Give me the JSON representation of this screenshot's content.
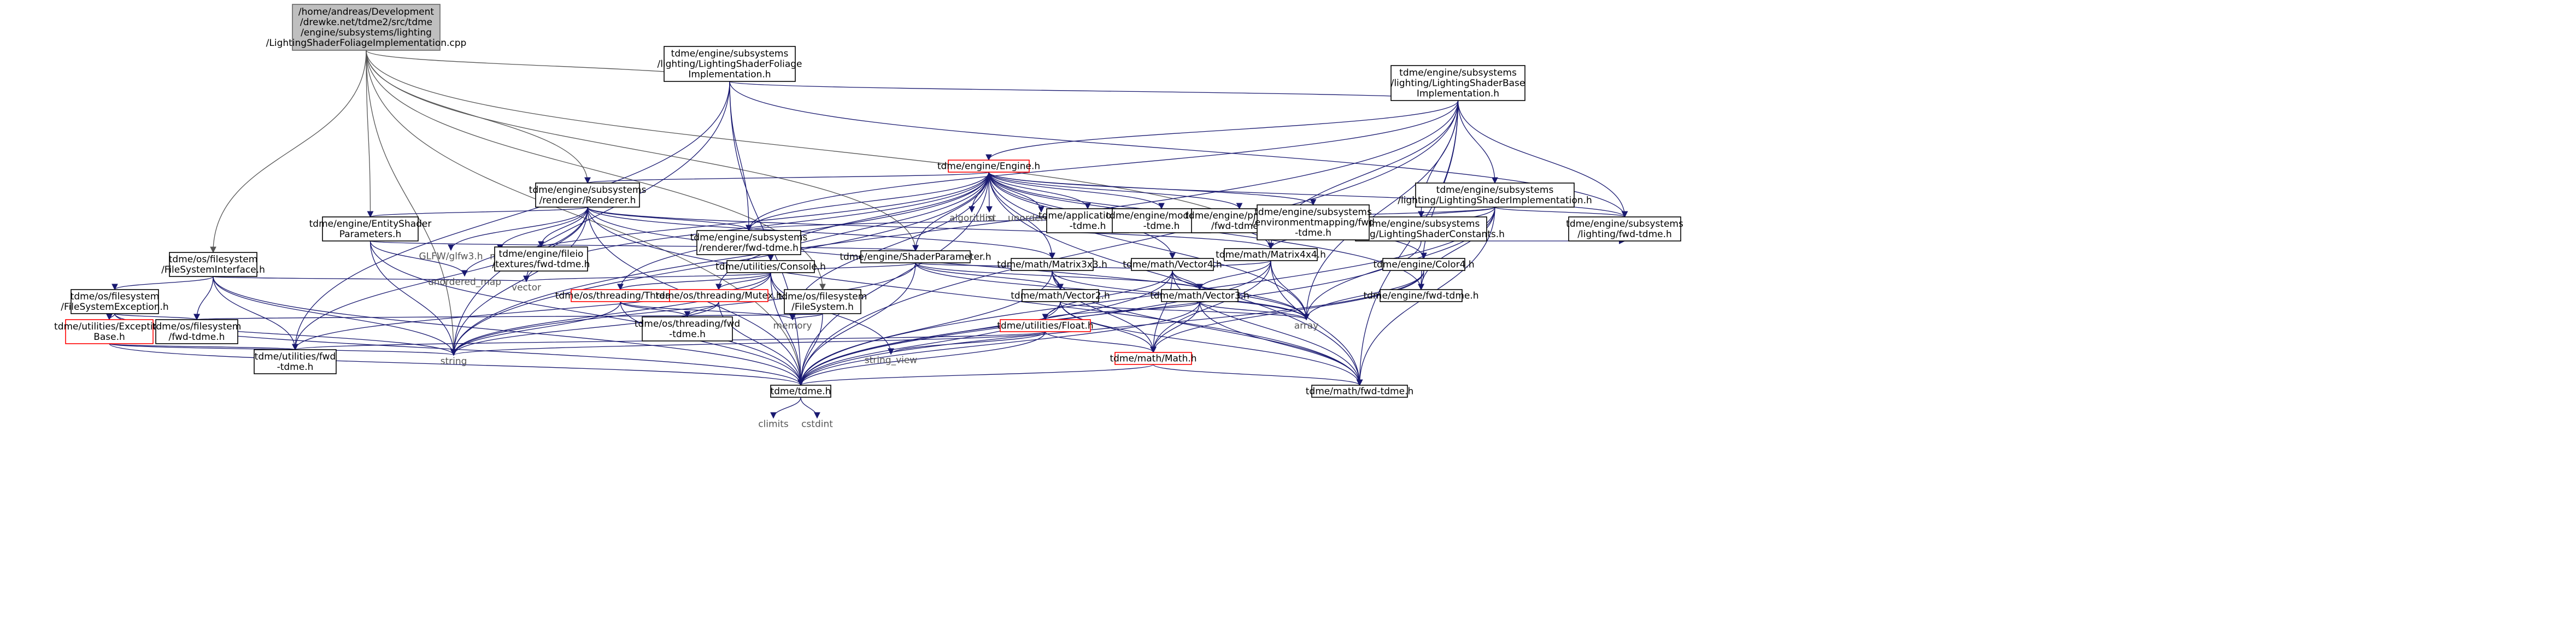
{
  "nodes": [
    {
      "id": "root",
      "lines": [
        "/home/andreas/Development",
        "/drewke.net/tdme2/src/tdme",
        "/engine/subsystems/lighting",
        "/LightingShaderFoliageImplementation.cpp"
      ],
      "kind": "root"
    },
    {
      "id": "foliage_h",
      "lines": [
        "tdme/engine/subsystems",
        "/lighting/LightingShaderFoliage",
        "Implementation.h"
      ]
    },
    {
      "id": "base_h",
      "lines": [
        "tdme/engine/subsystems",
        "/lighting/LightingShaderBase",
        "Implementation.h"
      ]
    },
    {
      "id": "engine_h",
      "lines": [
        "tdme/engine/Engine.h"
      ],
      "kind": "red"
    },
    {
      "id": "renderer_h",
      "lines": [
        "tdme/engine/subsystems",
        "/renderer/Renderer.h"
      ]
    },
    {
      "id": "impl_h",
      "lines": [
        "tdme/engine/subsystems",
        "/lighting/LightingShaderImplementation.h"
      ]
    },
    {
      "id": "constants_h",
      "lines": [
        "tdme/engine/subsystems",
        "/lighting/LightingShaderConstants.h"
      ]
    },
    {
      "id": "entityparams_h",
      "lines": [
        "tdme/engine/EntityShader",
        "Parameters.h"
      ]
    },
    {
      "id": "fsinterface_h",
      "lines": [
        "tdme/os/filesystem",
        "/FileSystemInterface.h"
      ]
    },
    {
      "id": "fsexception_h",
      "lines": [
        "tdme/os/filesystem",
        "/FileSystemException.h"
      ]
    },
    {
      "id": "exceptionbase_h",
      "lines": [
        "tdme/utilities/Exception",
        "Base.h"
      ],
      "kind": "red"
    },
    {
      "id": "fsfwd_h",
      "lines": [
        "tdme/os/filesystem",
        "/fwd-tdme.h"
      ]
    },
    {
      "id": "utilfwd_h",
      "lines": [
        "tdme/utilities/fwd",
        "-tdme.h"
      ]
    },
    {
      "id": "tdme_h",
      "lines": [
        "tdme/tdme.h"
      ]
    },
    {
      "id": "climits",
      "lines": [
        "climits"
      ],
      "kind": "sys"
    },
    {
      "id": "cstdint",
      "lines": [
        "cstdint"
      ],
      "kind": "sys"
    },
    {
      "id": "string",
      "lines": [
        "string"
      ],
      "kind": "sys"
    },
    {
      "id": "vector",
      "lines": [
        "vector"
      ],
      "kind": "sys"
    },
    {
      "id": "memory",
      "lines": [
        "memory"
      ],
      "kind": "sys"
    },
    {
      "id": "array",
      "lines": [
        "array"
      ],
      "kind": "sys"
    },
    {
      "id": "string_view",
      "lines": [
        "string_view"
      ],
      "kind": "sys"
    },
    {
      "id": "unordered_map",
      "lines": [
        "unordered_map"
      ],
      "kind": "sys"
    },
    {
      "id": "algorithm",
      "lines": [
        "algorithm"
      ],
      "kind": "sys"
    },
    {
      "id": "list",
      "lines": [
        "list"
      ],
      "kind": "sys"
    },
    {
      "id": "unordered_set",
      "lines": [
        "unordered_set"
      ],
      "kind": "sys"
    },
    {
      "id": "map",
      "lines": [
        "map"
      ],
      "kind": "sys"
    },
    {
      "id": "glfw_h",
      "lines": [
        "GLFW/glfw3.h"
      ],
      "kind": "sys"
    },
    {
      "id": "appfwd_h",
      "lines": [
        "tdme/application/fwd",
        "-tdme.h"
      ]
    },
    {
      "id": "modelfwd_h",
      "lines": [
        "tdme/engine/model/fwd",
        "-tdme.h"
      ]
    },
    {
      "id": "primfwd_h",
      "lines": [
        "tdme/engine/primitives",
        "/fwd-tdme.h"
      ]
    },
    {
      "id": "envfwd_h",
      "lines": [
        "tdme/engine/subsystems",
        "/environmentmapping/fwd",
        "-tdme.h"
      ]
    },
    {
      "id": "texfwd_h",
      "lines": [
        "tdme/engine/fileio",
        "/textures/fwd-tdme.h"
      ]
    },
    {
      "id": "rendererfwd_h",
      "lines": [
        "tdme/engine/subsystems",
        "/renderer/fwd-tdme.h"
      ]
    },
    {
      "id": "lightingfwd_h",
      "lines": [
        "tdme/engine/subsystems",
        "/lighting/fwd-tdme.h"
      ]
    },
    {
      "id": "shaderparam_h",
      "lines": [
        "tdme/engine/ShaderParameter.h"
      ]
    },
    {
      "id": "console_h",
      "lines": [
        "tdme/utilities/Console.h"
      ]
    },
    {
      "id": "thread_h",
      "lines": [
        "tdme/os/threading/Thread.h"
      ],
      "kind": "red"
    },
    {
      "id": "mutex_h",
      "lines": [
        "tdme/os/threading/Mutex.h"
      ],
      "kind": "red"
    },
    {
      "id": "threadfwd_h",
      "lines": [
        "tdme/os/threading/fwd",
        "-tdme.h"
      ]
    },
    {
      "id": "filesystem_h",
      "lines": [
        "tdme/os/filesystem",
        "/FileSystem.h"
      ]
    },
    {
      "id": "matrix3_h",
      "lines": [
        "tdme/math/Matrix3x3.h"
      ]
    },
    {
      "id": "matrix4_h",
      "lines": [
        "tdme/math/Matrix4x4.h"
      ]
    },
    {
      "id": "vector2_h",
      "lines": [
        "tdme/math/Vector2.h"
      ]
    },
    {
      "id": "vector3_h",
      "lines": [
        "tdme/math/Vector3.h"
      ]
    },
    {
      "id": "vector4_h",
      "lines": [
        "tdme/math/Vector4.h"
      ]
    },
    {
      "id": "float_h",
      "lines": [
        "tdme/utilities/Float.h"
      ],
      "kind": "red"
    },
    {
      "id": "mathh",
      "lines": [
        "tdme/math/Math.h"
      ],
      "kind": "red"
    },
    {
      "id": "mathfwd_h",
      "lines": [
        "tdme/math/fwd-tdme.h"
      ]
    },
    {
      "id": "color4_h",
      "lines": [
        "tdme/engine/Color4.h"
      ]
    },
    {
      "id": "enginefwd_h",
      "lines": [
        "tdme/engine/fwd-tdme.h"
      ]
    }
  ],
  "colors": {
    "edge": "#191970",
    "root_edge": "#555555",
    "root_fill": "#bfbfbf",
    "red_border": "#ff0000"
  }
}
